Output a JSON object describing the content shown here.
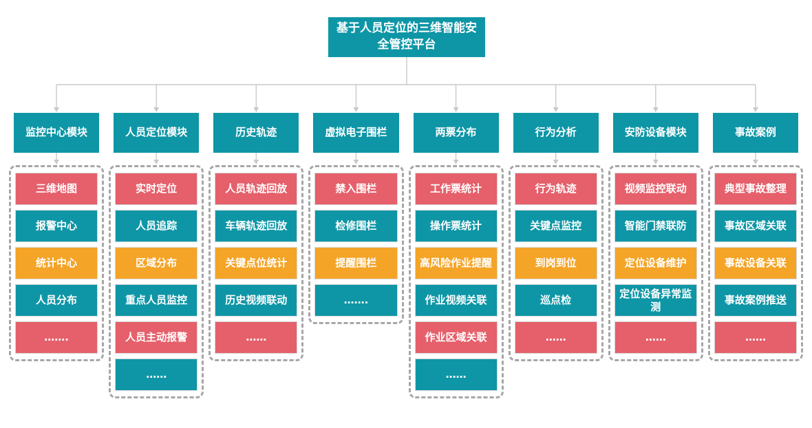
{
  "title": "基于人员定位的三维智能安全管控平台",
  "palette": {
    "teal": "#0E96A6",
    "red": "#E5606B",
    "orange": "#F4A427",
    "line": "#C9C9C9",
    "dash": "#A6A6A6",
    "background": "#FFFFFF"
  },
  "columns": [
    {
      "header": "监控中心模块",
      "items": [
        {
          "label": "三维地图",
          "color": "red"
        },
        {
          "label": "报警中心",
          "color": "teal"
        },
        {
          "label": "统计中心",
          "color": "orange"
        },
        {
          "label": "人员分布",
          "color": "teal"
        },
        {
          "label": "…….",
          "color": "red"
        }
      ]
    },
    {
      "header": "人员定位模块",
      "items": [
        {
          "label": "实时定位",
          "color": "red"
        },
        {
          "label": "人员追踪",
          "color": "teal"
        },
        {
          "label": "区域分布",
          "color": "orange"
        },
        {
          "label": "重点人员监控",
          "color": "teal"
        },
        {
          "label": "人员主动报警",
          "color": "red"
        },
        {
          "label": "……",
          "color": "teal"
        }
      ]
    },
    {
      "header": "历史轨迹",
      "items": [
        {
          "label": "人员轨迹回放",
          "color": "red"
        },
        {
          "label": "车辆轨迹回放",
          "color": "teal"
        },
        {
          "label": "关键点位统计",
          "color": "orange"
        },
        {
          "label": "历史视频联动",
          "color": "teal"
        },
        {
          "label": "……",
          "color": "red"
        }
      ]
    },
    {
      "header": "虚拟电子围栏",
      "items": [
        {
          "label": "禁入围栏",
          "color": "red"
        },
        {
          "label": "检修围栏",
          "color": "teal"
        },
        {
          "label": "提醒围栏",
          "color": "orange"
        },
        {
          "label": "…….",
          "color": "teal"
        }
      ]
    },
    {
      "header": "两票分布",
      "items": [
        {
          "label": "工作票统计",
          "color": "red"
        },
        {
          "label": "操作票统计",
          "color": "teal"
        },
        {
          "label": "高风险作业提醒",
          "color": "orange"
        },
        {
          "label": "作业视频关联",
          "color": "teal"
        },
        {
          "label": "作业区域关联",
          "color": "red"
        },
        {
          "label": "……",
          "color": "teal"
        }
      ]
    },
    {
      "header": "行为分析",
      "items": [
        {
          "label": "行为轨迹",
          "color": "red"
        },
        {
          "label": "关键点监控",
          "color": "teal"
        },
        {
          "label": "到岗到位",
          "color": "orange"
        },
        {
          "label": "巡点检",
          "color": "teal"
        },
        {
          "label": "……",
          "color": "red"
        }
      ]
    },
    {
      "header": "安防设备模块",
      "items": [
        {
          "label": "视频监控联动",
          "color": "red"
        },
        {
          "label": "智能门禁联防",
          "color": "teal"
        },
        {
          "label": "定位设备维护",
          "color": "orange"
        },
        {
          "label": "定位设备异常监测",
          "color": "teal"
        },
        {
          "label": "……",
          "color": "red"
        }
      ]
    },
    {
      "header": "事故案例",
      "items": [
        {
          "label": "典型事故整理",
          "color": "red"
        },
        {
          "label": "事故区域关联",
          "color": "teal"
        },
        {
          "label": "事故设备关联",
          "color": "orange"
        },
        {
          "label": "事故案例推送",
          "color": "teal"
        },
        {
          "label": "……",
          "color": "red"
        }
      ]
    }
  ]
}
